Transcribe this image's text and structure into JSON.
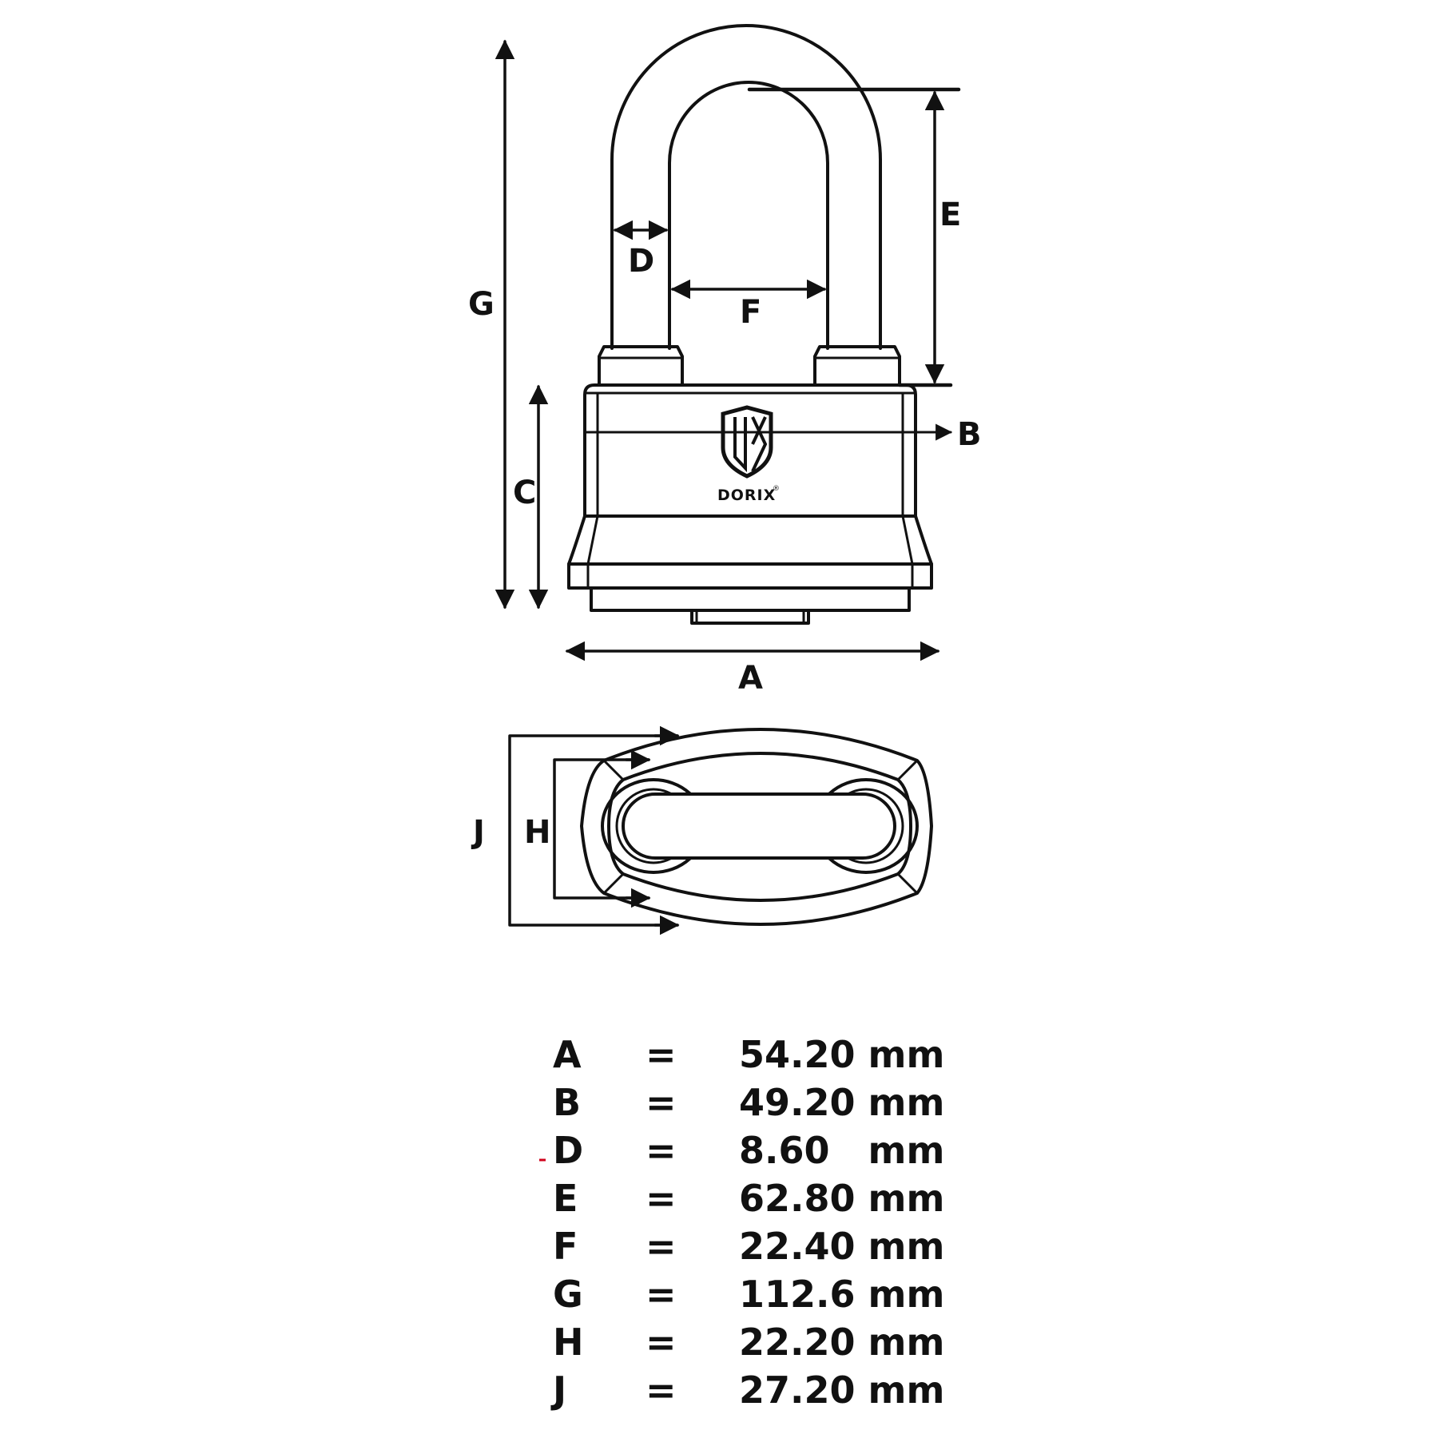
{
  "diagram": {
    "type": "technical-dimension-drawing",
    "subject": "padlock",
    "brand": {
      "name": "DORIX",
      "registered_mark": "®",
      "logo_glyph": "DX shield"
    },
    "views": [
      {
        "name": "front-view",
        "dimension_labels": [
          "G",
          "C",
          "D",
          "F",
          "E",
          "B",
          "A"
        ]
      },
      {
        "name": "top-view",
        "dimension_labels": [
          "J",
          "H"
        ]
      }
    ]
  },
  "labels": {
    "A": "A",
    "B": "B",
    "C": "C",
    "D": "D",
    "E": "E",
    "F": "F",
    "G": "G",
    "H": "H",
    "J": "J"
  },
  "specs": [
    {
      "key": "A",
      "eq": "=",
      "value": "54.20 mm"
    },
    {
      "key": "B",
      "eq": "=",
      "value": "49.20 mm"
    },
    {
      "key": "D",
      "eq": "=",
      "value": "8.60   mm"
    },
    {
      "key": "E",
      "eq": "=",
      "value": "62.80 mm"
    },
    {
      "key": "F",
      "eq": "=",
      "value": "22.40 mm"
    },
    {
      "key": "G",
      "eq": "=",
      "value": "112.6 mm"
    },
    {
      "key": "H",
      "eq": "=",
      "value": "22.20 mm"
    },
    {
      "key": "J",
      "eq": "=",
      "value": "27.20 mm"
    }
  ],
  "colors": {
    "line": "#111111",
    "background": "#ffffff",
    "stray_mark": "#d0021b"
  }
}
